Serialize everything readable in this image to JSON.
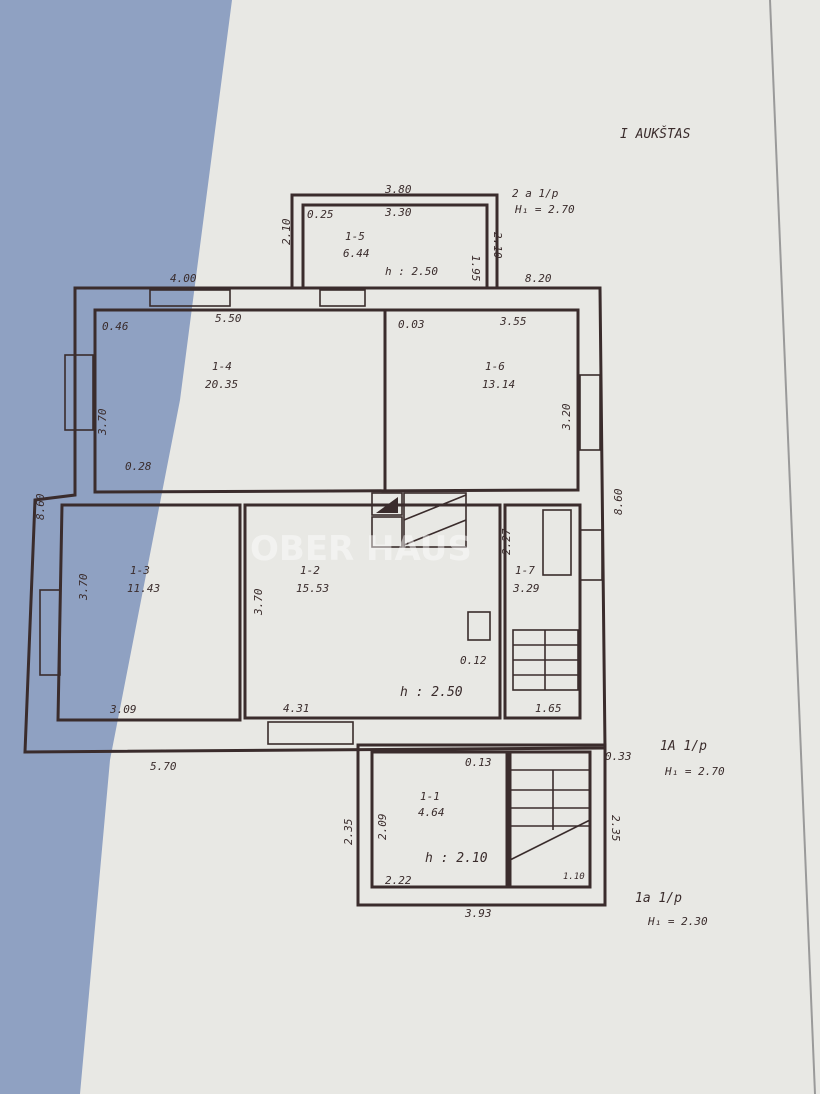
{
  "plan": {
    "floor_title": "I AUKŠTAS",
    "watermark": "OBER HAUS",
    "annex_top": {
      "code": "2 a 1/p",
      "height": "H₁ = 2.70"
    },
    "annex_main": {
      "code": "1A 1/p",
      "height": "H₁ = 2.70"
    },
    "annex_bottom": {
      "code": "1a 1/p",
      "height": "H₁ = 2.30"
    },
    "rooms": [
      {
        "id": "1-5",
        "area": "6.44"
      },
      {
        "id": "1-4",
        "area": "20.35"
      },
      {
        "id": "1-6",
        "area": "13.14"
      },
      {
        "id": "1-3",
        "area": "11.43"
      },
      {
        "id": "1-2",
        "area": "15.53"
      },
      {
        "id": "1-7",
        "area": "3.29"
      },
      {
        "id": "1-1",
        "area": "4.64"
      }
    ],
    "heights": {
      "top": "h : 2.50",
      "main": "h : 2.50",
      "bottom": "h : 2.10"
    },
    "dimensions": {
      "d_380": "3.80",
      "d_330": "3.30",
      "d_025": "0.25",
      "d_210a": "2.10",
      "d_195": "1.95",
      "d_210b": "2.10",
      "d_400": "4.00",
      "d_820": "8.20",
      "d_550": "5.50",
      "d_046": "0.46",
      "d_003": "0.03",
      "d_355": "3.55",
      "d_370a": "3.70",
      "d_320": "3.20",
      "d_028": "0.28",
      "d_860l": "8.60",
      "d_860r": "8.60",
      "d_370b": "3.70",
      "d_370c": "3.70",
      "d_227": "2.27",
      "d_012": "0.12",
      "d_309": "3.09",
      "d_431": "4.31",
      "d_165": "1.65",
      "d_570": "5.70",
      "d_033": "0.33",
      "d_013": "0.13",
      "d_235l": "2.35",
      "d_209": "2.09",
      "d_235r": "2.35",
      "d_222": "2.22",
      "d_393": "3.93",
      "d_110": "1.10"
    }
  }
}
